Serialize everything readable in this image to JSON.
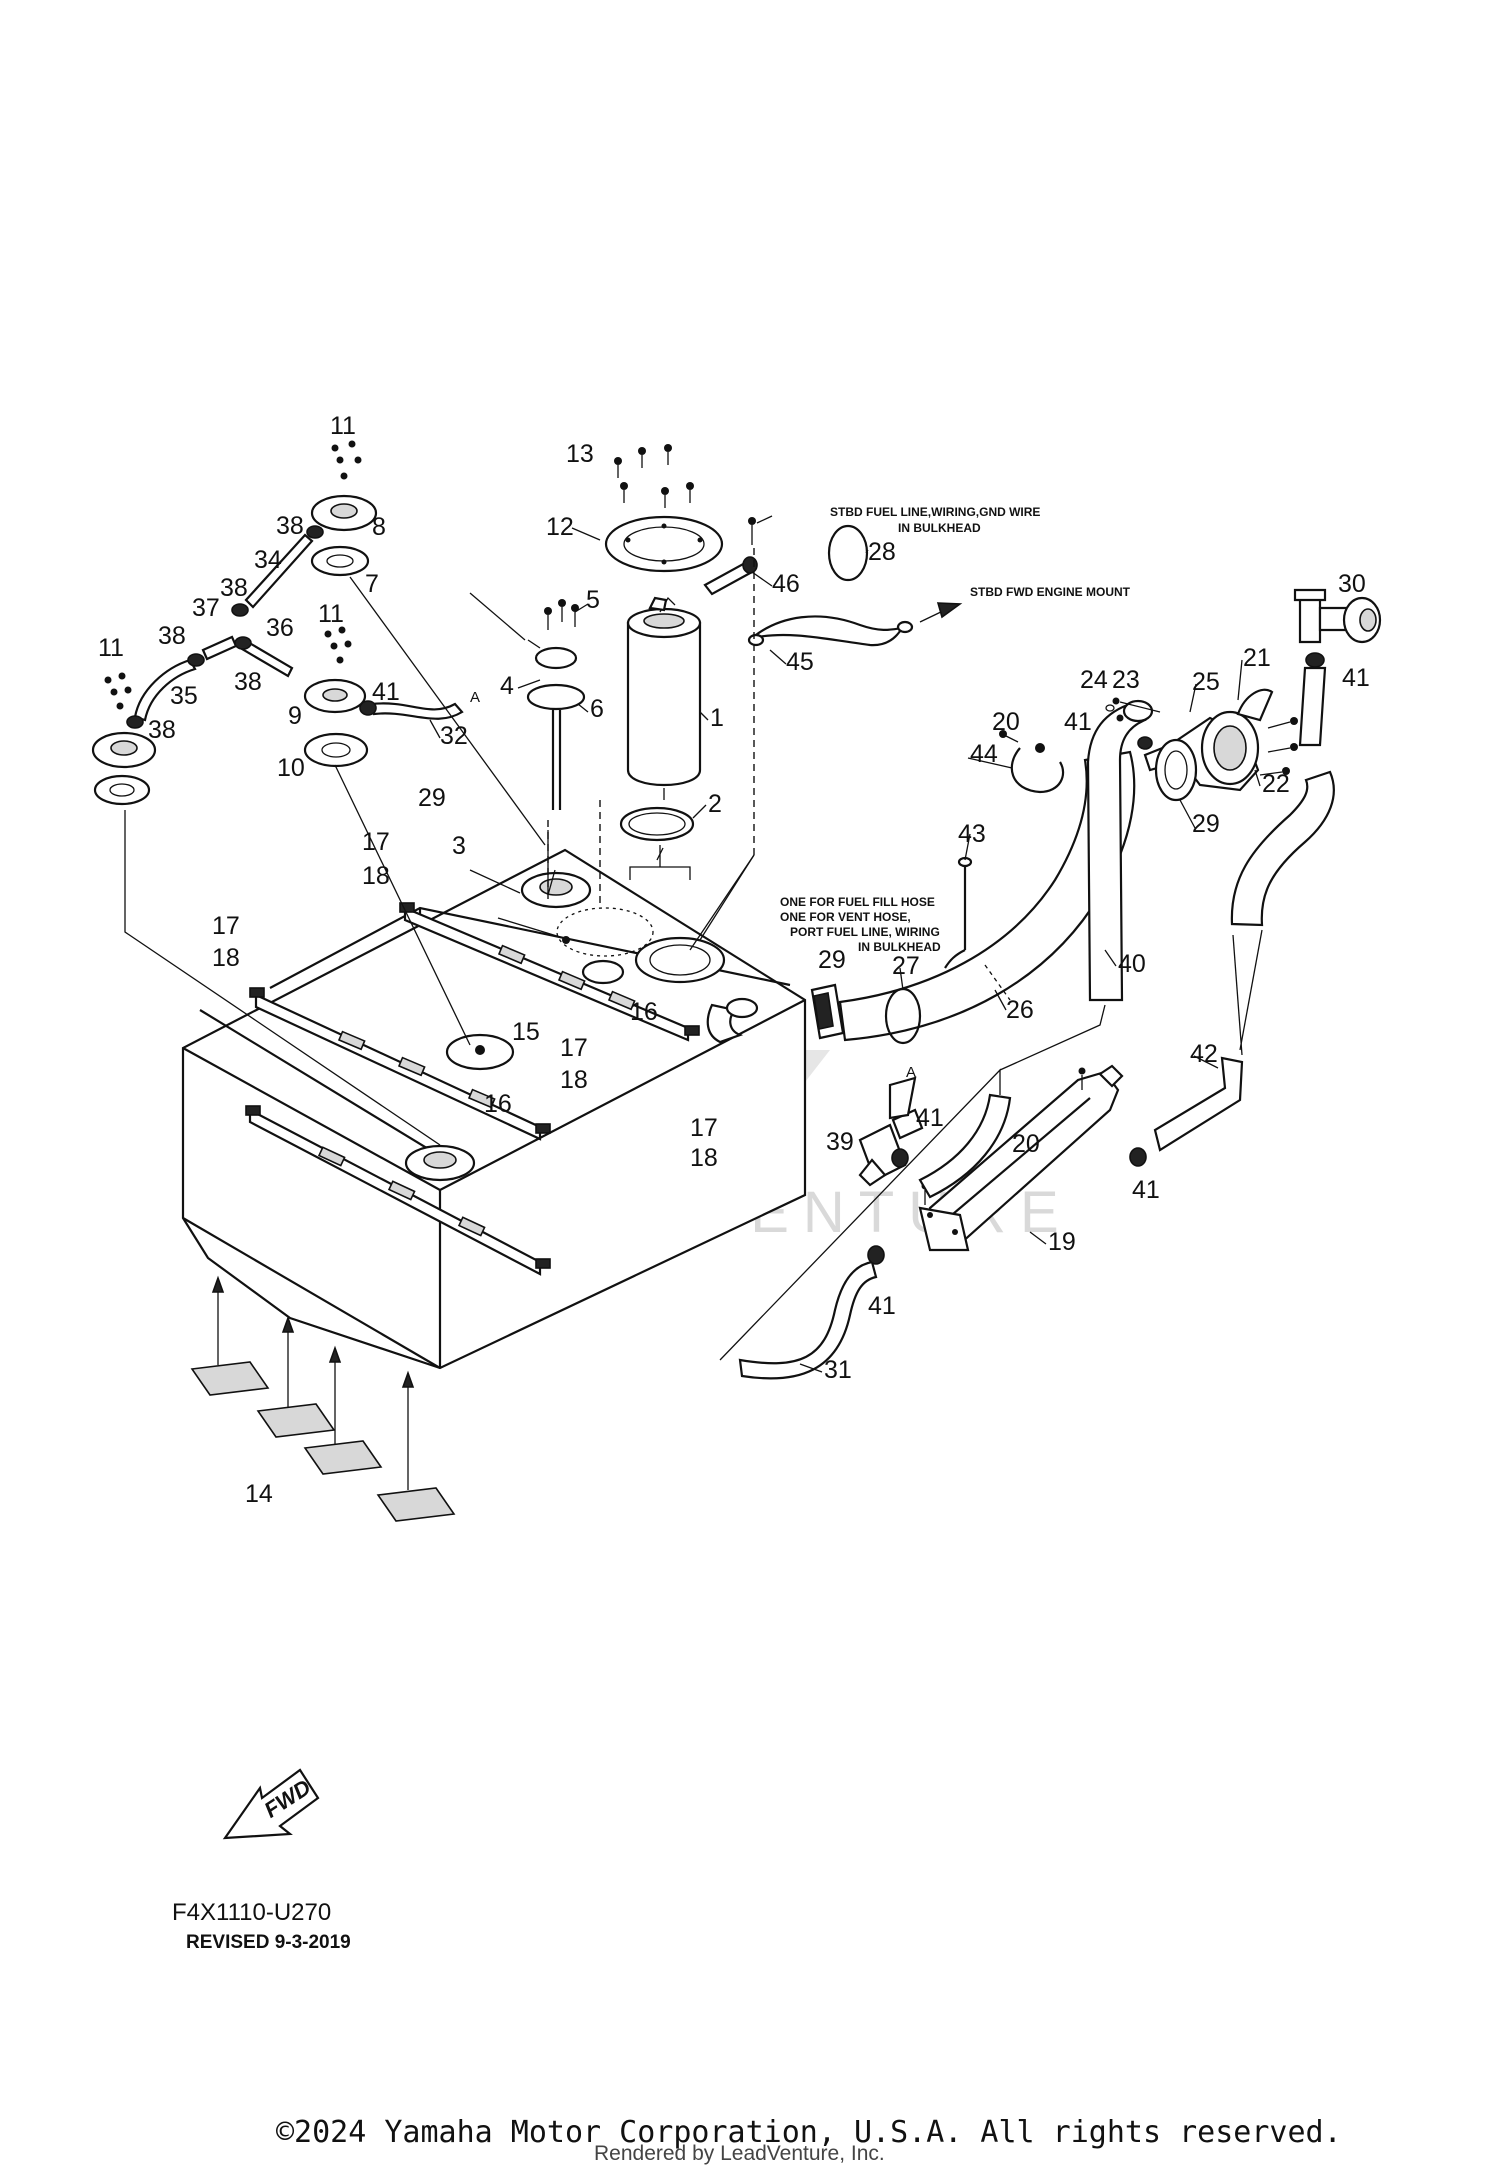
{
  "diagram": {
    "part_numbers": [
      "1",
      "2",
      "3",
      "4",
      "5",
      "6",
      "7",
      "8",
      "9",
      "10",
      "11",
      "12",
      "13",
      "14",
      "15",
      "16",
      "17",
      "18",
      "19",
      "20",
      "21",
      "22",
      "23",
      "24",
      "25",
      "26",
      "27",
      "28",
      "29",
      "30",
      "31",
      "32",
      "34",
      "35",
      "36",
      "37",
      "38",
      "39",
      "40",
      "41",
      "42",
      "43",
      "44",
      "45",
      "46"
    ],
    "notes": {
      "stbd_bulkhead_line1": "STBD FUEL LINE,WIRING,GND WIRE",
      "stbd_bulkhead_line2": "IN BULKHEAD",
      "stbd_engine_mount": "STBD FWD ENGINE MOUNT",
      "one_for_line1": "ONE FOR FUEL FILL HOSE",
      "one_for_line2": "ONE FOR VENT HOSE,",
      "one_for_line3": "PORT FUEL LINE, WIRING",
      "one_for_line4": "IN BULKHEAD"
    },
    "connector_marker": "A",
    "fwd_label": "FWD",
    "diagram_code": "F4X1110-U270",
    "revised": "REVISED 9-3-2019",
    "watermark": "LEADVENTURE"
  },
  "footer": {
    "copyright": "©2024 Yamaha Motor Corporation, U.S.A. All rights reserved.",
    "rendered_by": "Rendered by LeadVenture, Inc."
  }
}
